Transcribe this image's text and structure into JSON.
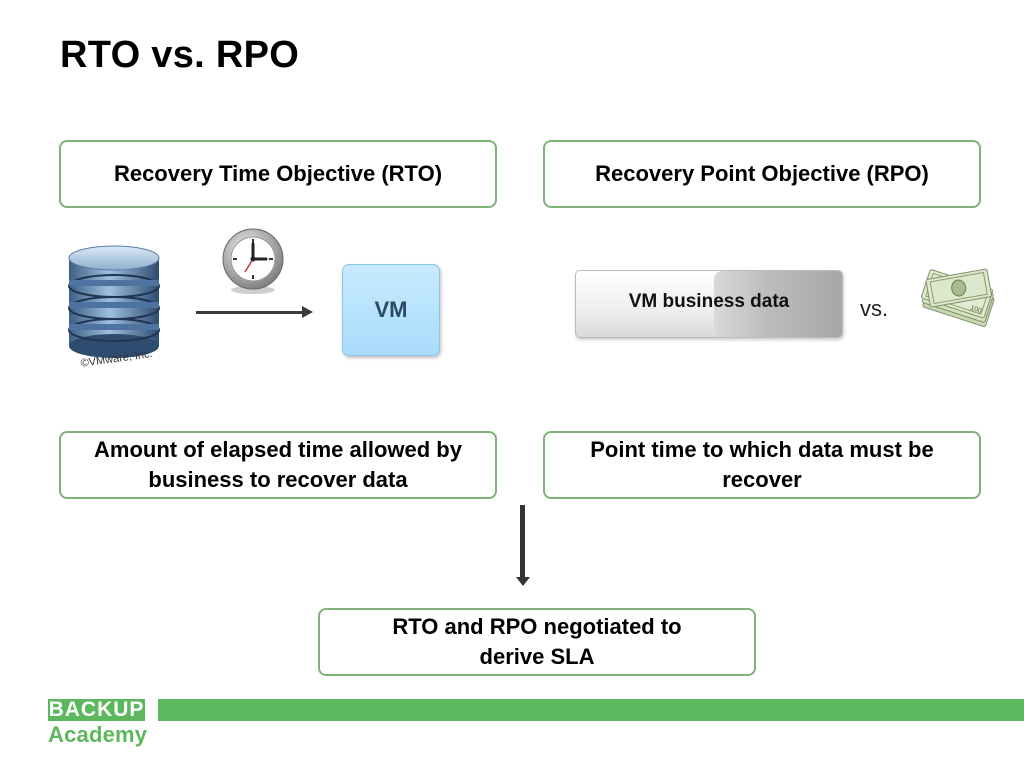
{
  "slide": {
    "title": "RTO vs. RPO"
  },
  "rto": {
    "heading": "Recovery Time Objective (RTO)",
    "vm_label": "VM",
    "image_credit": "©VMware, Inc.",
    "description": "Amount of elapsed time allowed by business to recover data"
  },
  "rpo": {
    "heading": "Recovery Point Objective (RPO)",
    "data_label": "VM business data",
    "vs_label": "vs.",
    "description": "Point time to which data must be recover"
  },
  "conclusion": {
    "text": "RTO and RPO negotiated to derive SLA"
  },
  "branding": {
    "logo_top": "BACKUP",
    "logo_bottom": "Academy",
    "brand_color": "#5cb85c",
    "box_border_color": "#7fb37a"
  },
  "icons": [
    "database-icon",
    "clock-icon",
    "money-stack-icon",
    "arrow-right-icon",
    "arrow-down-icon"
  ]
}
